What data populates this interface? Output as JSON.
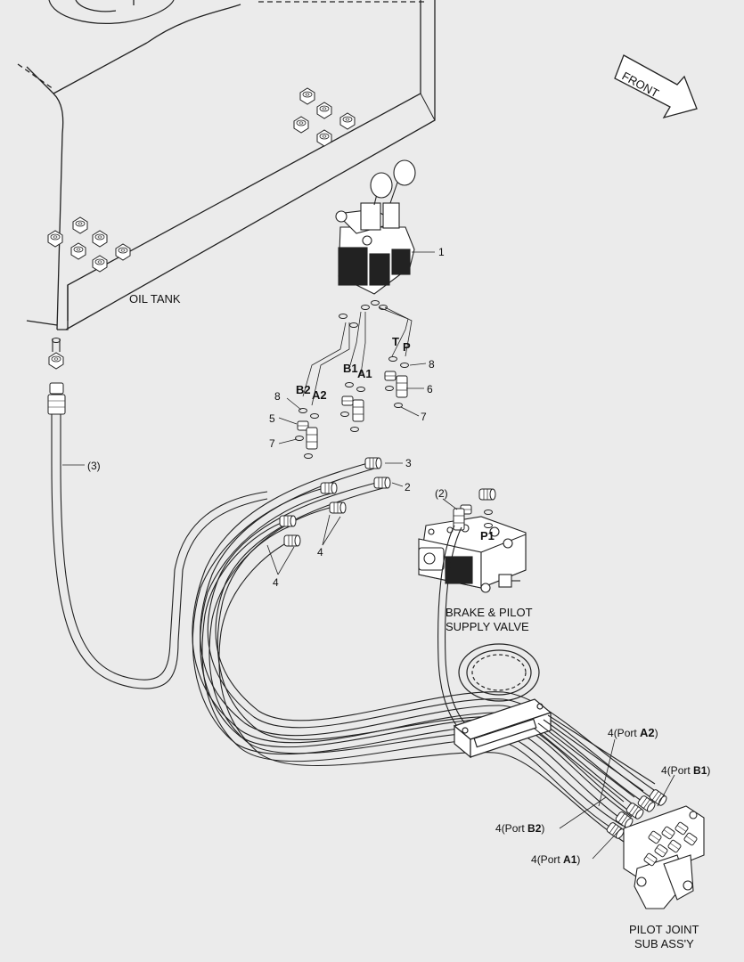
{
  "labels": {
    "oil_tank": "OIL TANK",
    "front": "FRONT",
    "brake_valve_line1": "BRAKE & PILOT",
    "brake_valve_line2": "SUPPLY VALVE",
    "pilot_joint_line1": "PILOT JOINT",
    "pilot_joint_line2": "SUB ASS'Y",
    "port_T": "T",
    "port_P": "P",
    "port_P1": "P1",
    "port_B1": "B1",
    "port_A1": "A1",
    "port_B2": "B2",
    "port_A2": "A2"
  },
  "callouts": {
    "c1": "1",
    "c2": "2",
    "c3": "3",
    "c4a": "4",
    "c4b": "4",
    "c5": "5",
    "c6": "6",
    "c7a": "7",
    "c7b": "7",
    "c8a": "8",
    "c8b": "8",
    "ref2": "(2)",
    "ref3": "(3)"
  },
  "port_callouts": {
    "a2_num": "4",
    "a2_prefix": "(Port ",
    "a2_port": "A2",
    "a2_suffix": ")",
    "b1_num": "4",
    "b1_prefix": "(Port ",
    "b1_port": "B1",
    "b1_suffix": ")",
    "b2_num": "4",
    "b2_prefix": "(Port ",
    "b2_port": "B2",
    "b2_suffix": ")",
    "a1_num": "4",
    "a1_prefix": "(Port ",
    "a1_port": "A1",
    "a1_suffix": ")"
  }
}
